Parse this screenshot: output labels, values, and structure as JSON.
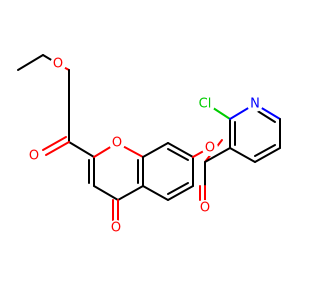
{
  "molecule": {
    "atoms": {
      "o_ester_single": {
        "symbol": "O",
        "color": "#ff0000"
      },
      "o_ester_double": {
        "symbol": "O",
        "color": "#ff0000"
      },
      "o_ring": {
        "symbol": "O",
        "color": "#ff0000"
      },
      "o_ketone": {
        "symbol": "O",
        "color": "#ff0000"
      },
      "o_aryl_ester": {
        "symbol": "O",
        "color": "#ff0000"
      },
      "o_carbonyl_right": {
        "symbol": "O",
        "color": "#ff0000"
      },
      "n_pyridine": {
        "symbol": "N",
        "color": "#0000ff"
      },
      "cl_substituent": {
        "symbol": "Cl",
        "color": "#00cc00"
      }
    }
  }
}
